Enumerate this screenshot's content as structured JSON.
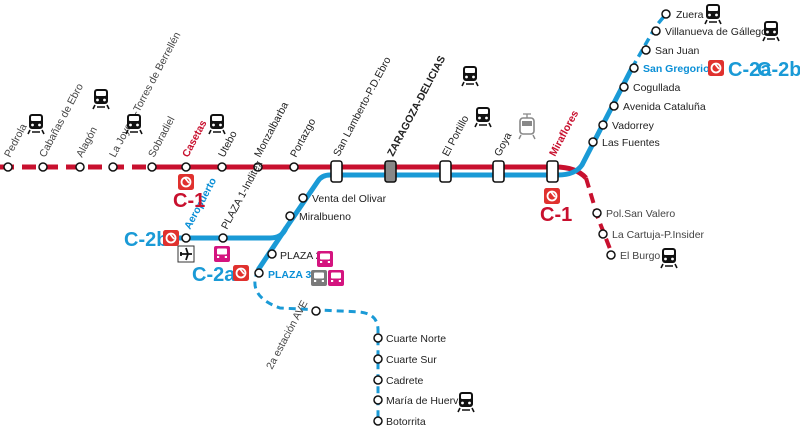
{
  "colors": {
    "red": "#c8102e",
    "blue": "#1a9ad6",
    "magenta": "#d4147f",
    "grey": "#777777",
    "bus_grey": "#7a7a7a",
    "station_fill": "#ffffff"
  },
  "lines": {
    "c1_left": "C-1",
    "c1_right": "C-1",
    "c2b_left": "C-2b",
    "c2a_left": "C-2a",
    "c2a_right": "C-2a",
    "c2b_right": "C-2b"
  },
  "stations": {
    "zuera": "Zuera",
    "villanueva": "Villanueva de Gállego",
    "san_juan": "San Juan",
    "san_gregorio": "San Gregorio",
    "cogullada": "Cogullada",
    "avenida_cataluna": "Avenida Cataluña",
    "vadorrey": "Vadorrey",
    "las_fuentes": "Las Fuentes",
    "miraflores": "Miraflores",
    "pol_san_valero": "Pol.San Valero",
    "la_cartuja": "La Cartuja-P.Insider",
    "el_burgo": "El Burgo",
    "pedrola": "Pedrola",
    "cabanas": "Cabañas de Ebro",
    "alagon": "Alagón",
    "la_joyosa": "La Joyosa-Torres de Berrellén",
    "sobradiel": "Sobradiel",
    "casetas": "Casetas",
    "utebo": "Utebo",
    "monzalbarba": "Monzalbarba",
    "portazgo": "Portazgo",
    "san_lamberto": "San Lamberto-P.D.Ebro",
    "delicias": "ZARAGOZA-DELICIAS",
    "el_portillo": "El Portillo",
    "goya": "Goya",
    "venta_olivar": "Venta del Olivar",
    "miralbueno": "Miralbueno",
    "aeropuerto": "Aeropuerto",
    "plaza1": "PLAZA 1-Inditex",
    "plaza2": "PLAZA 2",
    "plaza3": "PLAZA 3",
    "ave": "2a estación AVE",
    "cuarte_norte": "Cuarte Norte",
    "cuarte_sur": "Cuarte Sur",
    "cadrete": "Cadrete",
    "maria_huerva": "María de Huerva",
    "botorrita": "Botorrita"
  },
  "icons": {
    "train": "train-icon",
    "tram": "tram-icon",
    "bus": "bus-icon",
    "plane": "plane-icon",
    "renfe": "renfe-logo-icon"
  }
}
